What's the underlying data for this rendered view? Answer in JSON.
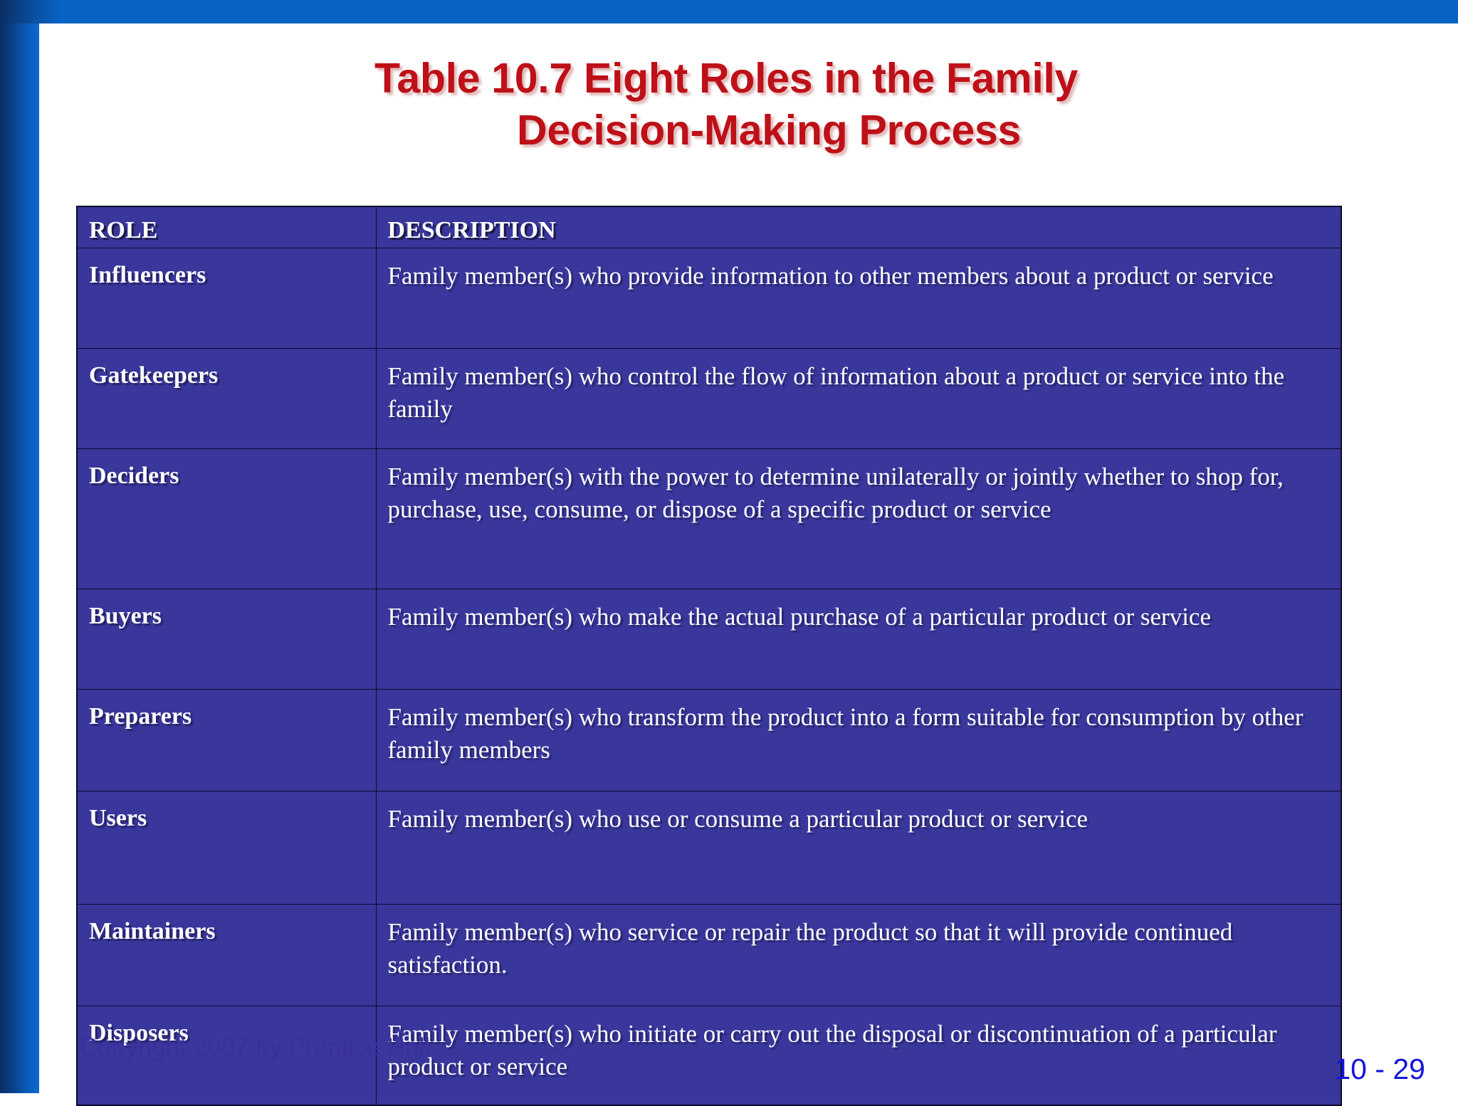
{
  "slide": {
    "title_line1": "Table 10.7  Eight Roles in the Family",
    "title_line2": "Decision-Making Process",
    "copyright": "Copyright 2007 by Prentice Hall",
    "page_number": "10 - 29",
    "colors": {
      "title_red": "#be1018",
      "table_fill": "#39369c",
      "table_border": "#0a0a28",
      "top_bar_blue": "#0663c4",
      "left_bar_dark": "#0a2f66",
      "left_bar_light": "#0a6ad4",
      "copyright_purple": "#3b2f9e",
      "page_number_blue": "#1414e0"
    }
  },
  "table": {
    "headers": [
      "ROLE",
      "DESCRIPTION"
    ],
    "rows": [
      {
        "role": "Influencers",
        "description": "Family member(s) who provide information to other members about a product or service"
      },
      {
        "role": "Gatekeepers",
        "description": "Family member(s) who control the flow of information about a product or service into the family"
      },
      {
        "role": "Deciders",
        "description": "Family member(s) with the power to determine unilaterally or jointly whether to shop for, purchase, use, consume, or dispose of a specific product or service"
      },
      {
        "role": "Buyers",
        "description": "Family member(s) who make the actual purchase of a particular product or service"
      },
      {
        "role": "Preparers",
        "description": "Family member(s) who transform the product into a form suitable for consumption by other family members"
      },
      {
        "role": "Users",
        "description": "Family member(s) who use or consume a particular product or service"
      },
      {
        "role": "Maintainers",
        "description": "Family member(s) who service or repair the product so that it will provide continued satisfaction."
      },
      {
        "role": "Disposers",
        "description": "Family member(s) who initiate or carry out the disposal or discontinuation of a particular product or service"
      }
    ]
  }
}
